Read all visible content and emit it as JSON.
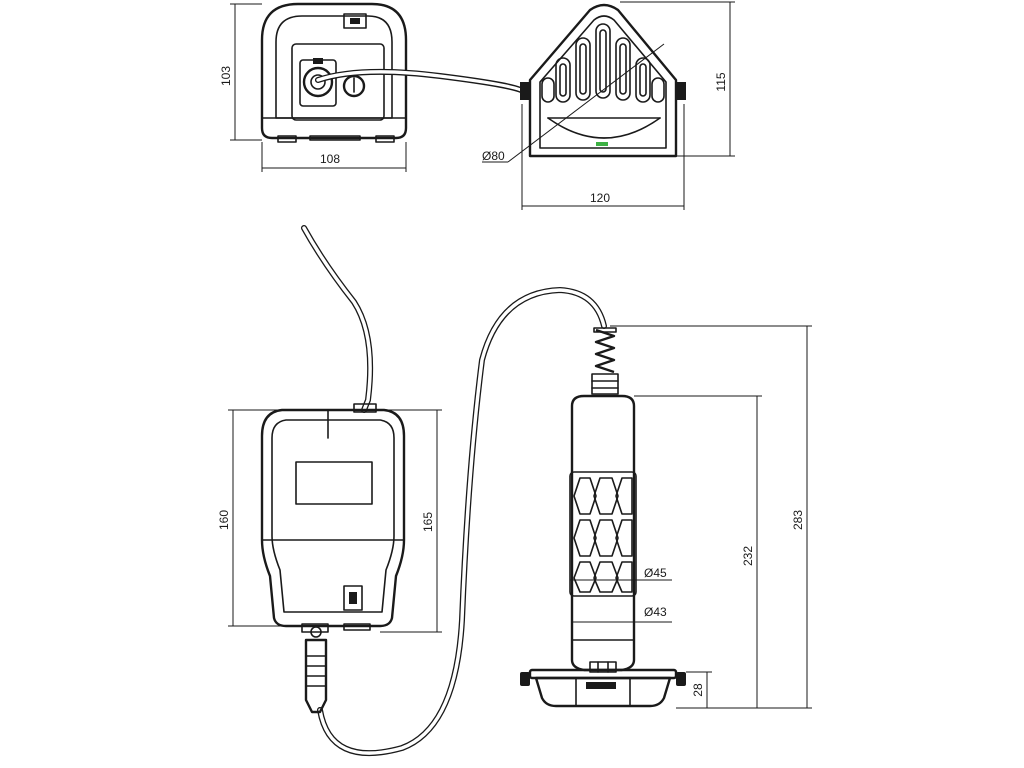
{
  "dimensions": {
    "controller_top_height": "103",
    "controller_top_width": "108",
    "motor_head_height": "115",
    "motor_head_diameter": "Ø80",
    "motor_head_width": "120",
    "controller_front_height": "160",
    "controller_front_height_outer": "165",
    "handpiece_total_length": "283",
    "handpiece_body_length": "232",
    "grip_diameter": "Ø45",
    "shaft_diameter": "Ø43",
    "base_height": "28"
  },
  "colors": {
    "line": "#1a1a1a",
    "indicator": "#3cb043"
  },
  "icons": {
    "power_switch": "power-switch-icon",
    "connector": "connector-icon",
    "knob": "knob-icon"
  }
}
